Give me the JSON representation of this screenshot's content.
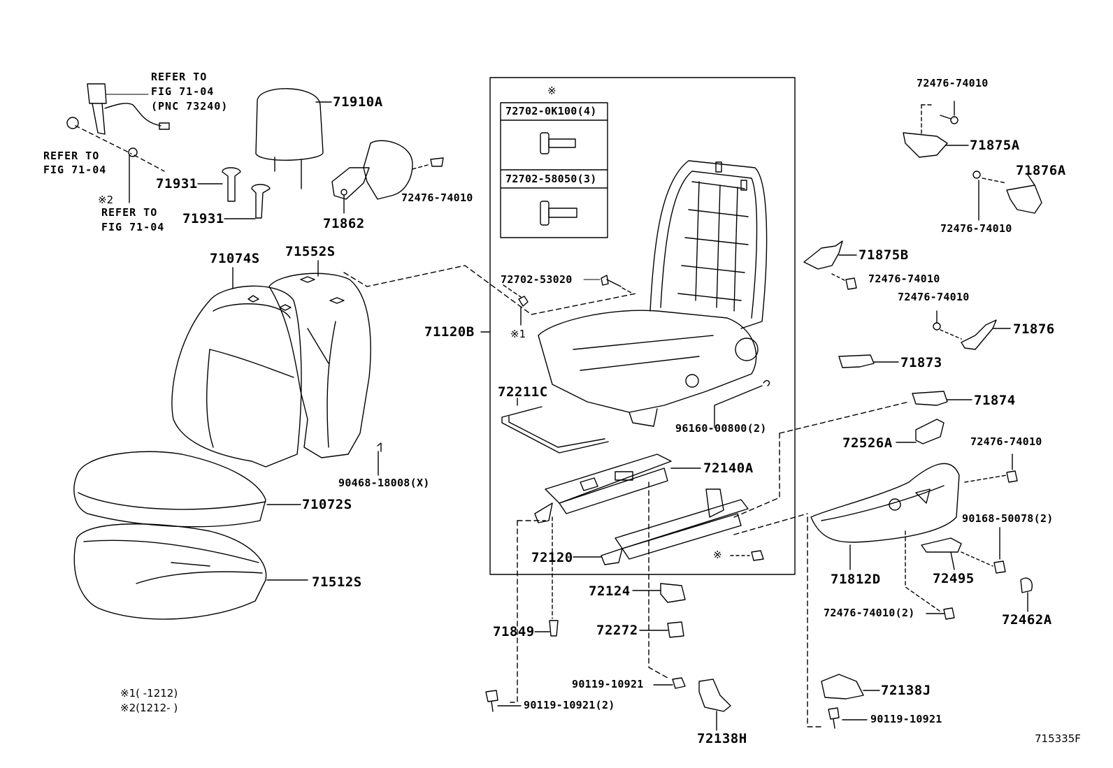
{
  "diagram_id": "715335F",
  "parts": {
    "p71910A": "71910A",
    "p71931a": "71931",
    "p71931b": "71931",
    "p71862": "71862",
    "p72476_top_mid": "72476-74010",
    "p71074S": "71074S",
    "p71552S": "71552S",
    "p71072S": "71072S",
    "p71512S": "71512S",
    "p90468": "90468-18008(X)",
    "p71120B": "71120B",
    "p72702_0K100": "72702-0K100(4)",
    "p72702_58050": "72702-58050(3)",
    "p72702_53020": "72702-53020",
    "p72211C": "72211C",
    "p96160": "96160-00800(2)",
    "p72140A": "72140A",
    "p72120": "72120",
    "p72124": "72124",
    "p72272": "72272",
    "p71849": "71849",
    "p90119_a": "90119-10921",
    "p90119_b": "90119-10921(2)",
    "p72138H": "72138H",
    "p72476_tr": "72476-74010",
    "p71875A": "71875A",
    "p71876A": "71876A",
    "p72476_r2": "72476-74010",
    "p71875B": "71875B",
    "p72476_r3": "72476-74010",
    "p72476_r4": "72476-74010",
    "p71876": "71876",
    "p71873": "71873",
    "p71874": "71874",
    "p72526A": "72526A",
    "p72476_r5": "72476-74010",
    "p90168": "90168-50078(2)",
    "p71812D": "71812D",
    "p72495": "72495",
    "p72476_r6": "72476-74010(2)",
    "p72462A": "72462A",
    "p72138J": "72138J",
    "p90119_c": "90119-10921"
  },
  "refer_notes": {
    "refer1_l1": "REFER TO",
    "refer1_l2": "FIG 71-04",
    "refer1_l3": "(PNC 73240)",
    "refer2_l1": "REFER TO",
    "refer2_l2": "FIG 71-04",
    "refer3_l1": "REFER TO",
    "refer3_l2": "FIG 71-04"
  },
  "marks": {
    "star_box": "※",
    "star1": "※1",
    "star2": "※2",
    "star_bolt": "※"
  },
  "footnotes": {
    "note1": "※1(    -1212)",
    "note2": "※2(1212-     )"
  }
}
